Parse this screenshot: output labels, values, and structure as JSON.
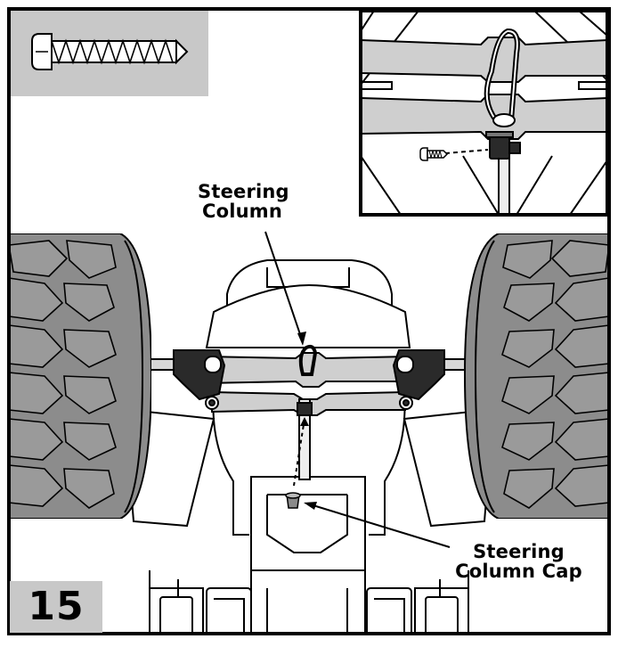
{
  "step": {
    "number": "15"
  },
  "callouts": {
    "steering_column": [
      "Steering",
      "Column"
    ],
    "steering_column_cap": [
      "Steering",
      "Column Cap"
    ]
  },
  "icons": {
    "hardware": "screw-icon"
  },
  "colors": {
    "frame": "#000000",
    "panel_gray": "#c8c8c8",
    "tire_gray": "#8c8c8c",
    "part_dark": "#2a2a2a"
  }
}
